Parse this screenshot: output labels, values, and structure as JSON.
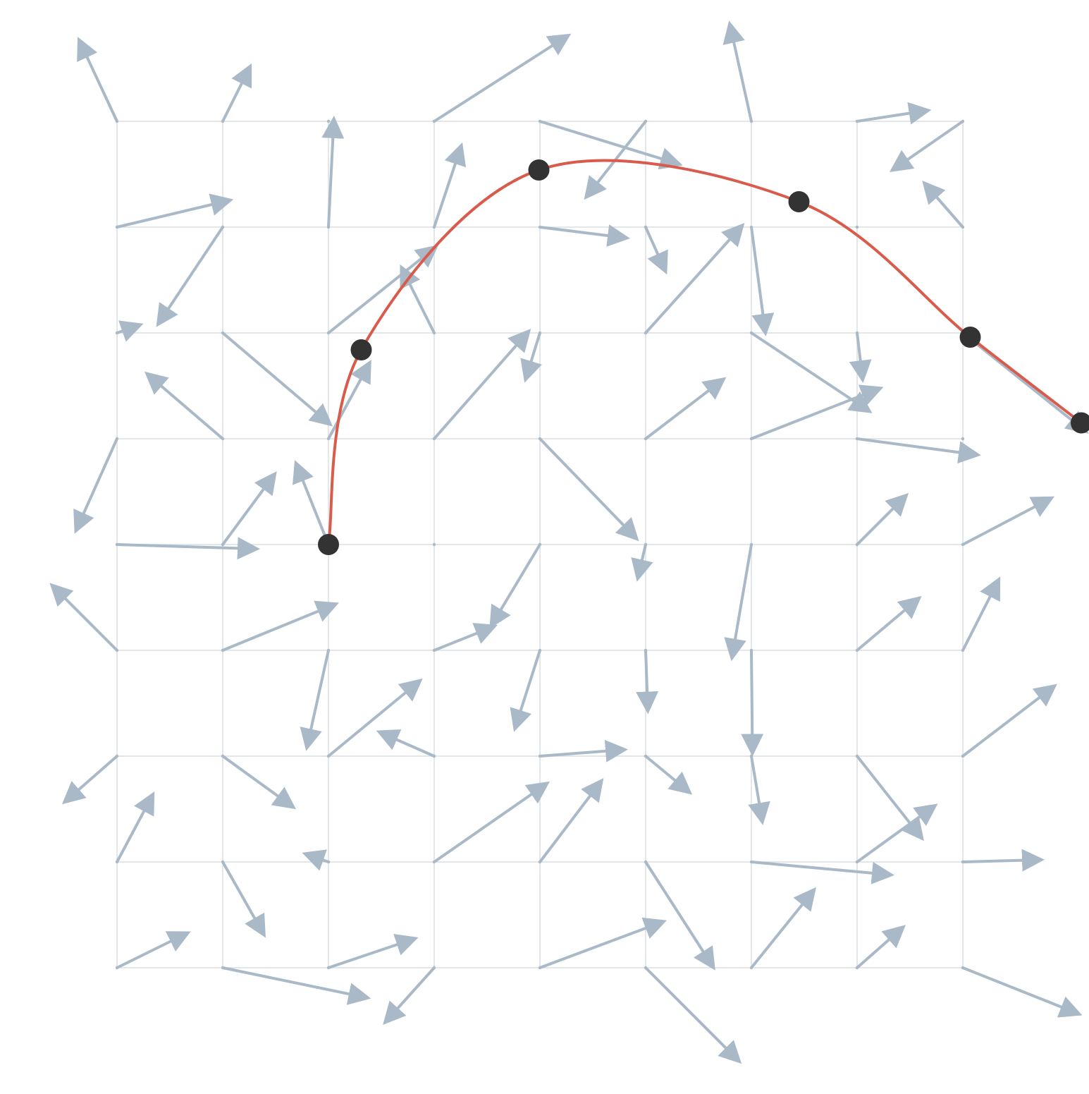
{
  "colors": {
    "background": "#ffffff",
    "grid": "#dcdfe3",
    "arrow": "#a9b9c8",
    "path": "#d95b4c",
    "node": "#333333"
  },
  "grid": {
    "x_values": [
      0,
      1,
      2,
      3,
      4,
      5,
      6,
      7,
      8
    ],
    "y_values": [
      0,
      1,
      2,
      3,
      4,
      5,
      6,
      7,
      8
    ]
  },
  "vector_field": [
    [
      [
        -0.35,
        -0.75
      ],
      [
        0.25,
        -0.5
      ],
      [
        0.0,
        0.0
      ],
      [
        1.25,
        -0.8
      ],
      [
        1.3,
        0.4
      ],
      [
        -0.55,
        0.7
      ],
      [
        -0.2,
        -0.9
      ],
      [
        0.65,
        -0.1
      ],
      [
        -0.65,
        0.45
      ]
    ],
    [
      [
        1.05,
        -0.25
      ],
      [
        -0.6,
        0.9
      ],
      [
        0.05,
        -1.0
      ],
      [
        0.25,
        -0.75
      ],
      [
        0.8,
        0.1
      ],
      [
        0.18,
        0.4
      ],
      [
        0.13,
        0.98
      ],
      [
        0.0,
        0.0
      ],
      [
        -0.35,
        -0.4
      ]
    ],
    [
      [
        0.2,
        -0.07
      ],
      [
        1.0,
        0.85
      ],
      [
        1.0,
        -0.8
      ],
      [
        -0.3,
        -0.6
      ],
      [
        -0.13,
        0.42
      ],
      [
        0.9,
        -1.0
      ],
      [
        1.1,
        0.73
      ],
      [
        0.05,
        0.42
      ],
      [
        1.15,
        0.92
      ]
    ],
    [
      [
        -0.38,
        0.85
      ],
      [
        -0.7,
        -0.6
      ],
      [
        0.38,
        -0.7
      ],
      [
        0.88,
        -1.0
      ],
      [
        0.9,
        0.93
      ],
      [
        0.72,
        -0.55
      ],
      [
        1.2,
        -0.47
      ],
      [
        1.12,
        0.15
      ],
      [
        0.0,
        0.0
      ]
    ],
    [
      [
        1.3,
        0.04
      ],
      [
        0.48,
        -0.65
      ],
      [
        -0.3,
        -0.75
      ],
      [
        0.0,
        0.0
      ],
      [
        -0.45,
        0.75
      ],
      [
        -0.07,
        0.3
      ],
      [
        -0.18,
        1.05
      ],
      [
        0.45,
        -0.45
      ],
      [
        0.82,
        -0.43
      ]
    ],
    [
      [
        -0.6,
        -0.6
      ],
      [
        1.05,
        -0.43
      ],
      [
        -0.2,
        0.9
      ],
      [
        0.55,
        -0.22
      ],
      [
        -0.23,
        0.72
      ],
      [
        0.02,
        0.55
      ],
      [
        0.01,
        0.95
      ],
      [
        0.57,
        -0.48
      ],
      [
        0.33,
        -0.65
      ]
    ],
    [
      [
        -0.48,
        0.42
      ],
      [
        0.65,
        0.47
      ],
      [
        0.85,
        -0.7
      ],
      [
        -0.5,
        -0.22
      ],
      [
        0.78,
        -0.06
      ],
      [
        0.4,
        0.33
      ],
      [
        0.1,
        0.6
      ],
      [
        0.6,
        0.76
      ],
      [
        0.85,
        -0.65
      ]
    ],
    [
      [
        0.33,
        -0.62
      ],
      [
        0.38,
        0.67
      ],
      [
        -0.2,
        -0.07
      ],
      [
        1.05,
        -0.73
      ],
      [
        0.57,
        -0.75
      ],
      [
        0.63,
        0.98
      ],
      [
        1.3,
        0.12
      ],
      [
        0.72,
        -0.52
      ],
      [
        0.72,
        -0.02
      ]
    ],
    [
      [
        0.65,
        -0.32
      ],
      [
        1.35,
        0.28
      ],
      [
        0.8,
        -0.27
      ],
      [
        -0.45,
        0.5
      ],
      [
        1.15,
        -0.43
      ],
      [
        0.87,
        0.87
      ],
      [
        0.58,
        -0.72
      ],
      [
        0.42,
        -0.37
      ],
      [
        1.08,
        0.43
      ]
    ]
  ],
  "path_nodes": [
    {
      "x": 2.0,
      "y": 4.0
    },
    {
      "x": 2.31,
      "y": 2.16
    },
    {
      "x": 3.99,
      "y": 0.46
    },
    {
      "x": 6.45,
      "y": 0.76
    },
    {
      "x": 8.07,
      "y": 2.04
    },
    {
      "x": 9.12,
      "y": 2.85
    }
  ]
}
